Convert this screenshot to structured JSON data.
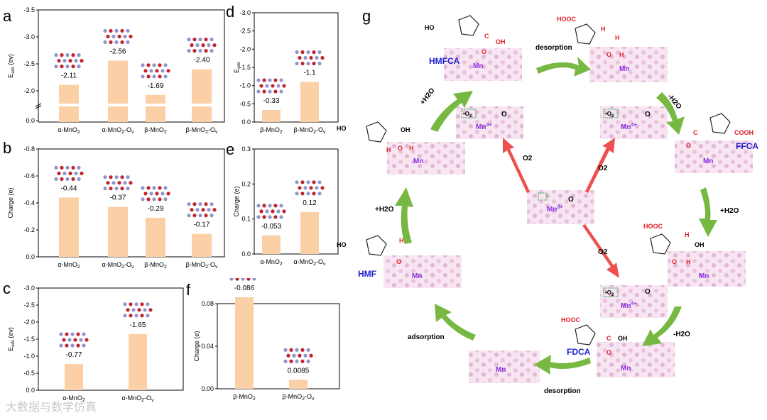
{
  "panel_letters": [
    "a",
    "b",
    "c",
    "d",
    "e",
    "f",
    "g"
  ],
  "chart_data": [
    {
      "id": "a",
      "type": "bar",
      "ylabel": "E_ads (ev)",
      "ylabel_main": "E",
      "ylabel_sub": "ads",
      "ylabel_unit": " (ev)",
      "categories": [
        "α-MnO2",
        "α-MnO2-Ov",
        "β-MnO2",
        "β-MnO2-Ov"
      ],
      "category_main": [
        "α-MnO",
        "α-MnO",
        "β-MnO",
        "β-MnO"
      ],
      "category_sub": [
        "2",
        "2",
        "2",
        "2"
      ],
      "category_suffix": [
        "",
        "-O",
        "",
        "-O"
      ],
      "category_suffix_sub": [
        "",
        "v",
        "",
        "v"
      ],
      "values": [
        -2.11,
        -2.56,
        -1.69,
        -2.4
      ],
      "value_labels": [
        "-2.11",
        "-2.56",
        "-1.69",
        "-2.40"
      ],
      "yticks": [
        "-3.5",
        "-3.0",
        "-2.5",
        "-2.0",
        "0.0"
      ],
      "axis_break": true
    },
    {
      "id": "b",
      "type": "bar",
      "ylabel": "Charge (e)",
      "categories": [
        "α-MnO2",
        "α-MnO2-Ov",
        "β-MnO2",
        "β-MnO2-Ov"
      ],
      "category_main": [
        "α-MnO",
        "α-MnO",
        "β-MnO",
        "β-MnO"
      ],
      "category_sub": [
        "2",
        "2",
        "2",
        "2"
      ],
      "category_suffix": [
        "",
        "-O",
        "",
        "-O"
      ],
      "category_suffix_sub": [
        "",
        "v",
        "",
        "v"
      ],
      "values": [
        -0.44,
        -0.37,
        -0.29,
        -0.17
      ],
      "value_labels": [
        "-0.44",
        "-0.37",
        "-0.29",
        "-0.17"
      ],
      "yticks": [
        "-0.8",
        "-0.6",
        "-0.4",
        "-0.2",
        "0.0"
      ],
      "ylim": [
        0,
        -0.8
      ]
    },
    {
      "id": "c",
      "type": "bar",
      "ylabel": "E_ads (ev)",
      "ylabel_main": "E",
      "ylabel_sub": "ads",
      "ylabel_unit": " (ev)",
      "categories": [
        "α-MnO2",
        "α-MnO2-Ov"
      ],
      "category_main": [
        "α-MnO",
        "α-MnO"
      ],
      "category_sub": [
        "2",
        "2"
      ],
      "category_suffix": [
        "",
        "-O"
      ],
      "category_suffix_sub": [
        "",
        "v"
      ],
      "values": [
        -0.77,
        -1.65
      ],
      "value_labels": [
        "-0.77",
        "-1.65"
      ],
      "yticks": [
        "-3.0",
        "-2.5",
        "-2.0",
        "-1.5",
        "-1.0",
        "-0.5",
        "0.0"
      ],
      "ylim": [
        0,
        -3.0
      ]
    },
    {
      "id": "d",
      "type": "bar",
      "ylabel": "E_ads (ev)",
      "ylabel_main": "E",
      "ylabel_sub": "ads",
      "ylabel_unit": "",
      "categories": [
        "β-MnO2",
        "β-MnO2-Ov"
      ],
      "category_main": [
        "β-MnO",
        "β-MnO"
      ],
      "category_sub": [
        "2",
        "2"
      ],
      "category_suffix": [
        "",
        "-O"
      ],
      "category_suffix_sub": [
        "",
        "v"
      ],
      "values": [
        -0.33,
        -1.1
      ],
      "value_labels": [
        "-0.33",
        "-1.1"
      ],
      "yticks": [
        "-3.0",
        "-2.5",
        "-2.0",
        "-1.5",
        "-1.0",
        "-0.5",
        "0.0"
      ],
      "ylim": [
        0,
        -3.0
      ]
    },
    {
      "id": "e",
      "type": "bar",
      "ylabel": "Charge (e)",
      "categories": [
        "α-MnO2",
        "α-MnO2-Ov"
      ],
      "category_main": [
        "α-MnO",
        "α-MnO"
      ],
      "category_sub": [
        "2",
        "2"
      ],
      "category_suffix": [
        "",
        "-O"
      ],
      "category_suffix_sub": [
        "",
        "v"
      ],
      "values": [
        -0.053,
        0.12
      ],
      "value_labels": [
        "-0.053",
        "0.12"
      ],
      "yticks": [
        "0.3",
        "0.2",
        "0.1",
        "0.0"
      ],
      "ylim": [
        0,
        0.3
      ]
    },
    {
      "id": "f",
      "type": "bar",
      "ylabel": "Charge (e)",
      "categories": [
        "β-MnO2",
        "β-MnO2-Ov"
      ],
      "category_main": [
        "β-MnO",
        "β-MnO"
      ],
      "category_sub": [
        "2",
        "2"
      ],
      "category_suffix": [
        "",
        "-O"
      ],
      "category_suffix_sub": [
        "",
        "v"
      ],
      "values": [
        -0.086,
        0.0085
      ],
      "value_labels": [
        "-0.086",
        "0.0085"
      ],
      "yticks": [
        "0.08",
        "0.04",
        "0.00"
      ],
      "ylim": [
        0,
        0.08
      ]
    }
  ],
  "cycle": {
    "species": {
      "hmfca": "HMFCA",
      "ffca": "FFCA",
      "fdca": "FDCA",
      "hmf": "HMF"
    },
    "steps": {
      "desorption_top": "desorption",
      "minus_h2o_right": "-H2O",
      "plus_h2o_right": "+H2O",
      "minus_h2o_bottom": "-H2O",
      "desorption_bottom": "desorption",
      "adsorption": "adsorption",
      "plus_h2o_left": "+H2O",
      "plus_h2o_top_left": "+H2O"
    },
    "o2": "O2",
    "mn_center": "Mn",
    "mn_center_sup": "δ+",
    "mn4": "Mn",
    "mn4_sup": "4+",
    "mn": "Mn",
    "o": "O",
    "h": "H",
    "oh": "OH",
    "ho": "HO",
    "hooc": "HOOC",
    "cooh": "COOH",
    "c": "C",
    "o2_site": "•O",
    "o2_site_sub": "2"
  },
  "watermark": "大数据与数学仿真",
  "colors": {
    "bar": "#fbd0a7",
    "arrow_green": "#77b843",
    "arrow_red": "#ee5050",
    "label_blue": "#1f1fcf",
    "mn_purple": "#8a2be2",
    "red": "#e0202a"
  }
}
